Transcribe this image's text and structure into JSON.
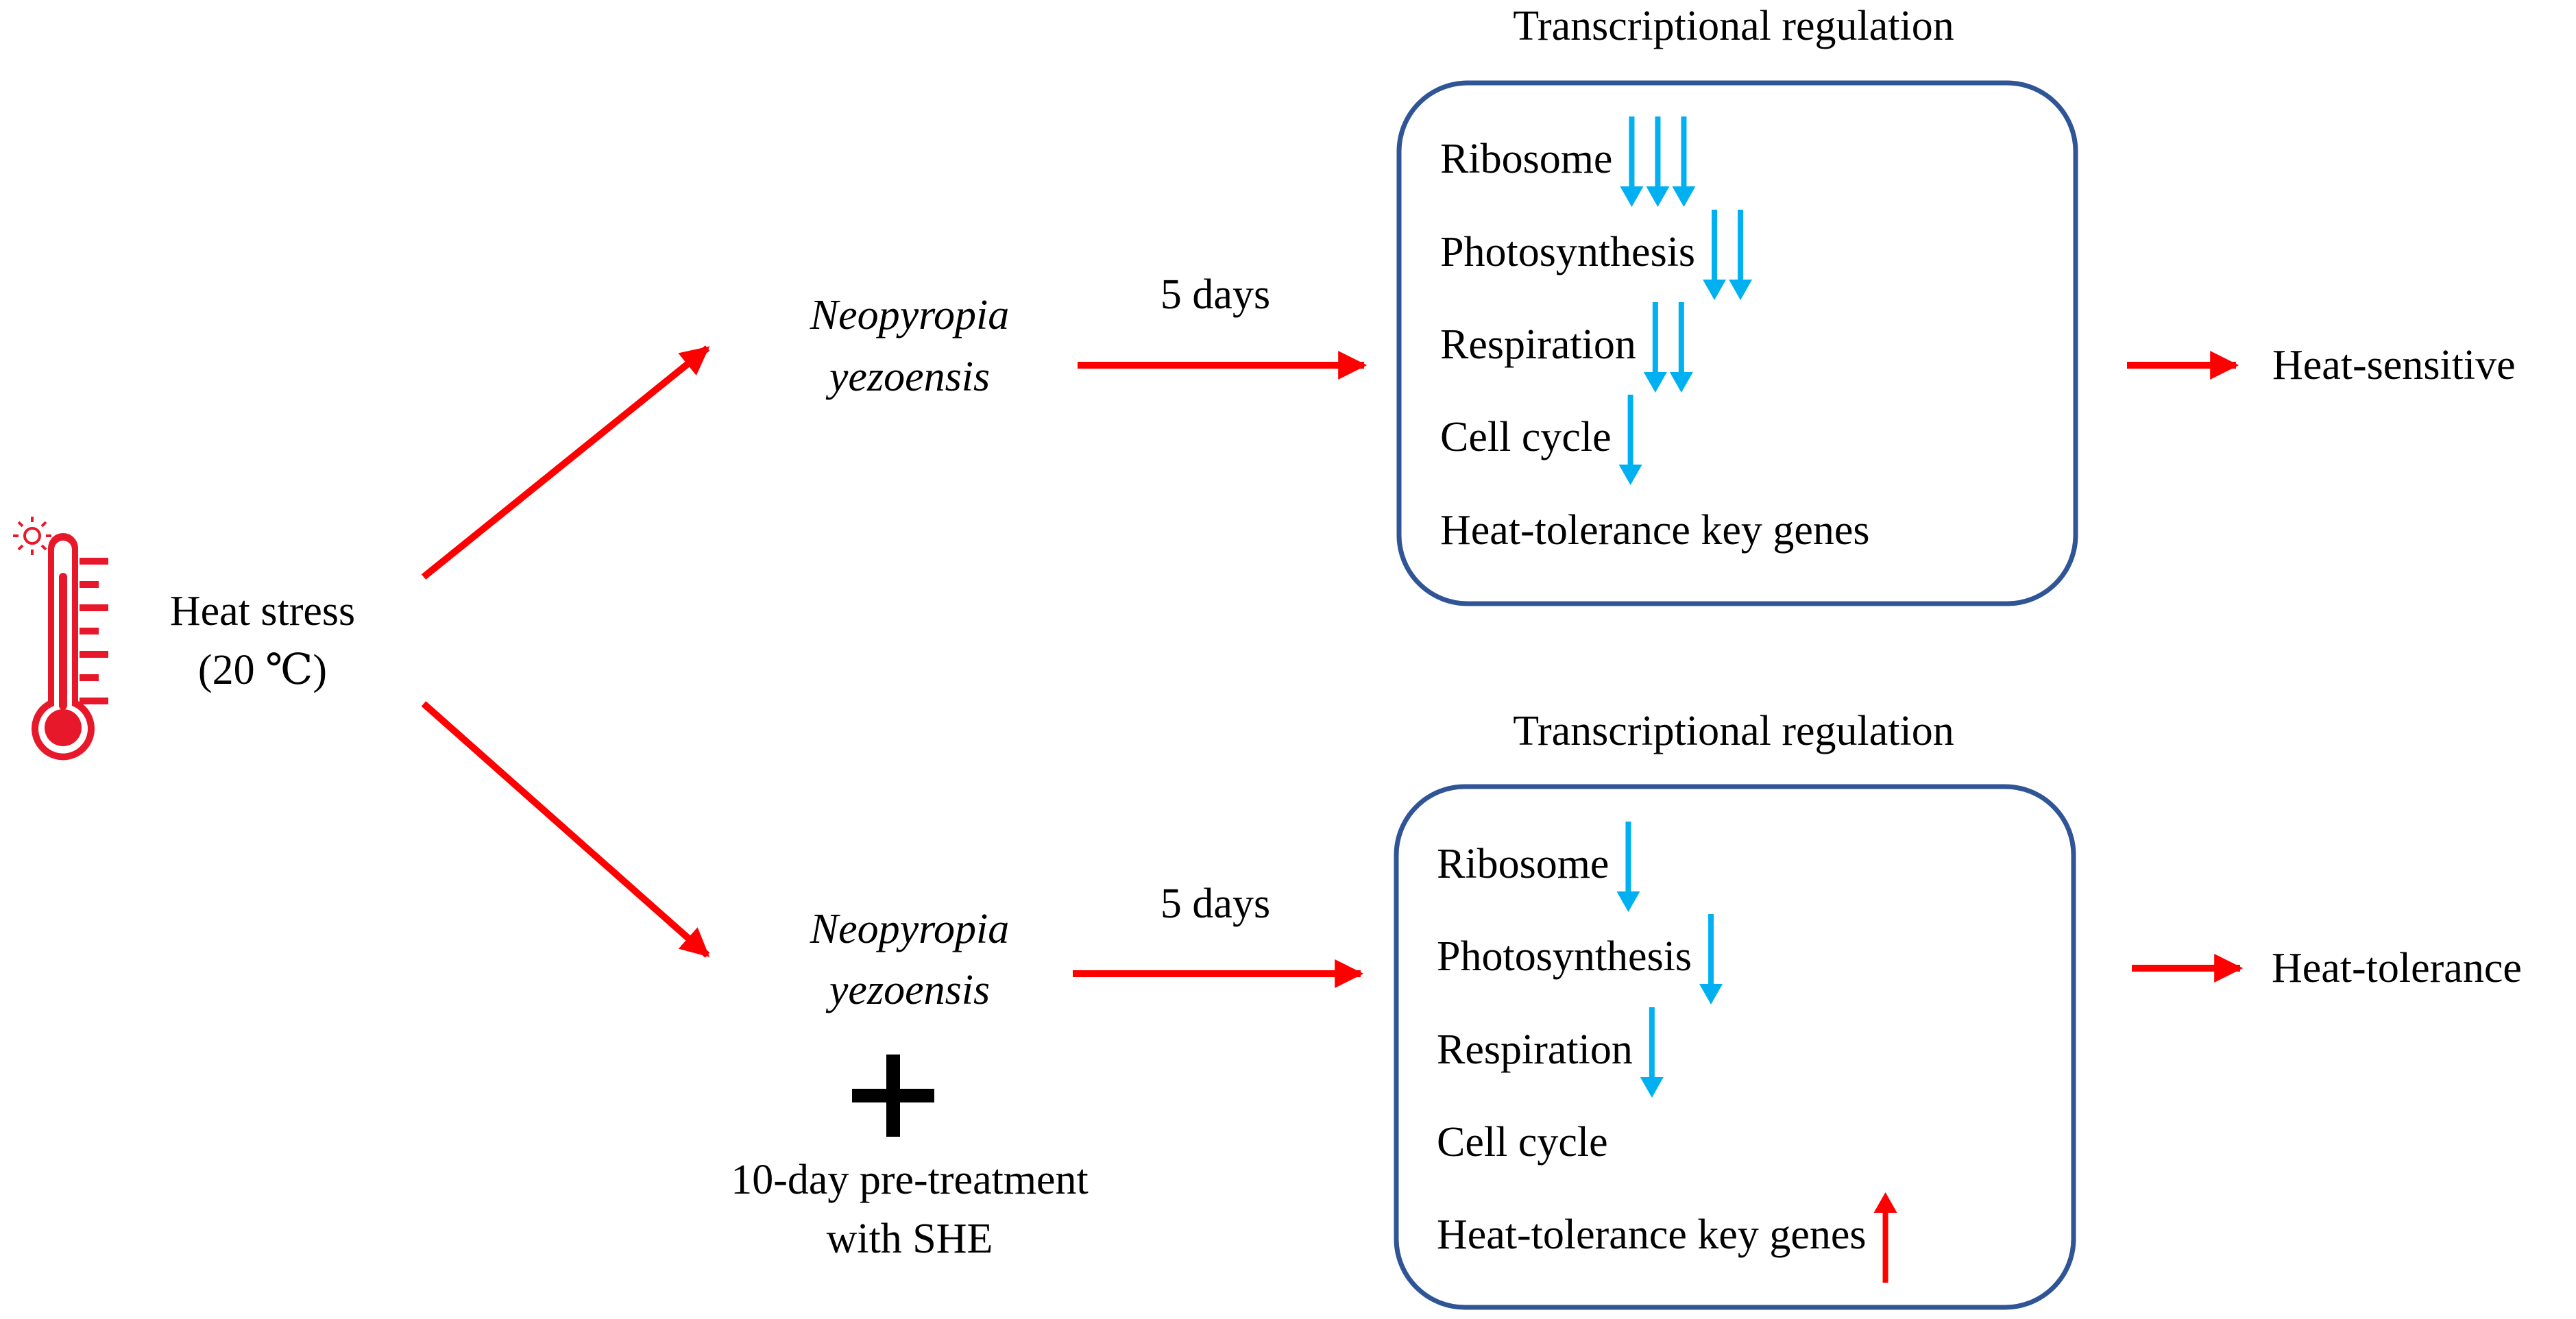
{
  "colors": {
    "red_arrow": "#ff0000",
    "blue_arrow": "#00b0f0",
    "box_border": "#2f5597",
    "thermometer": "#e8182b",
    "text": "#000000"
  },
  "icons": {
    "stress_icon": "thermometer-sun-icon",
    "combine": "plus-icon"
  },
  "stress": {
    "line1": "Heat stress",
    "line2": "(20 ℃)"
  },
  "top_branch": {
    "species_line1": "Neopyropia",
    "species_line2": "yezoensis",
    "duration": "5 days",
    "box_title": "Transcriptional regulation",
    "items": [
      {
        "label": "Ribosome",
        "direction": "down",
        "count": 3
      },
      {
        "label": "Photosynthesis",
        "direction": "down",
        "count": 2
      },
      {
        "label": "Respiration",
        "direction": "down",
        "count": 2
      },
      {
        "label": "Cell cycle",
        "direction": "down",
        "count": 1
      },
      {
        "label": "Heat-tolerance key genes",
        "direction": "none",
        "count": 0
      }
    ],
    "outcome": "Heat-sensitive"
  },
  "bottom_branch": {
    "species_line1": "Neopyropia",
    "species_line2": "yezoensis",
    "pretreatment_line1": "10-day pre-treatment",
    "pretreatment_line2": "with SHE",
    "duration": "5 days",
    "box_title": "Transcriptional regulation",
    "items": [
      {
        "label": "Ribosome",
        "direction": "down",
        "count": 1
      },
      {
        "label": "Photosynthesis",
        "direction": "down",
        "count": 1
      },
      {
        "label": "Respiration",
        "direction": "down",
        "count": 1
      },
      {
        "label": "Cell cycle",
        "direction": "none",
        "count": 0
      },
      {
        "label": "Heat-tolerance key genes",
        "direction": "up",
        "count": 1
      }
    ],
    "outcome": "Heat-tolerance"
  }
}
